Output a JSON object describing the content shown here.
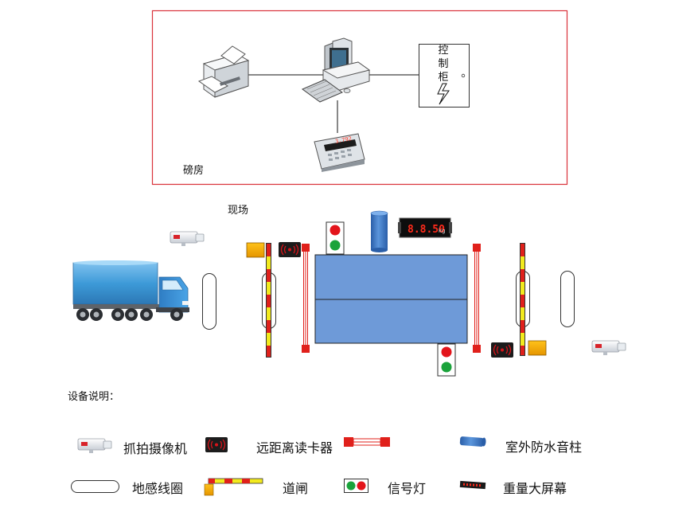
{
  "control_room": {
    "label": "磅房",
    "cabinet_chars": [
      "控",
      "制",
      "柜"
    ],
    "indicator_display": "3.792"
  },
  "site": {
    "label": "现场",
    "big_screen_value": "8.8.50",
    "big_screen_unit": "kg"
  },
  "legend": {
    "title": "设备说明：",
    "items": [
      {
        "key": "camera",
        "label": "抓拍摄像机"
      },
      {
        "key": "rfid",
        "label": "远距离读卡器"
      },
      {
        "key": "speaker",
        "label": "室外防水音柱"
      },
      {
        "key": "loop",
        "label": "地感线圈"
      },
      {
        "key": "barrier",
        "label": "道闸"
      },
      {
        "key": "signal",
        "label": "信号灯"
      },
      {
        "key": "screen",
        "label": "重量大屏幕"
      }
    ]
  },
  "colors": {
    "room_border": "#d9323a",
    "platform": "#6e9ad8",
    "speaker": "#3a78c9",
    "barrier_red": "#e0201b",
    "barrier_yellow": "#f2ea1e",
    "rfid_red": "#d8141a",
    "lamp_red": "#e3141b",
    "lamp_green": "#1aa33b",
    "screen_digits": "#ff2a1a"
  }
}
